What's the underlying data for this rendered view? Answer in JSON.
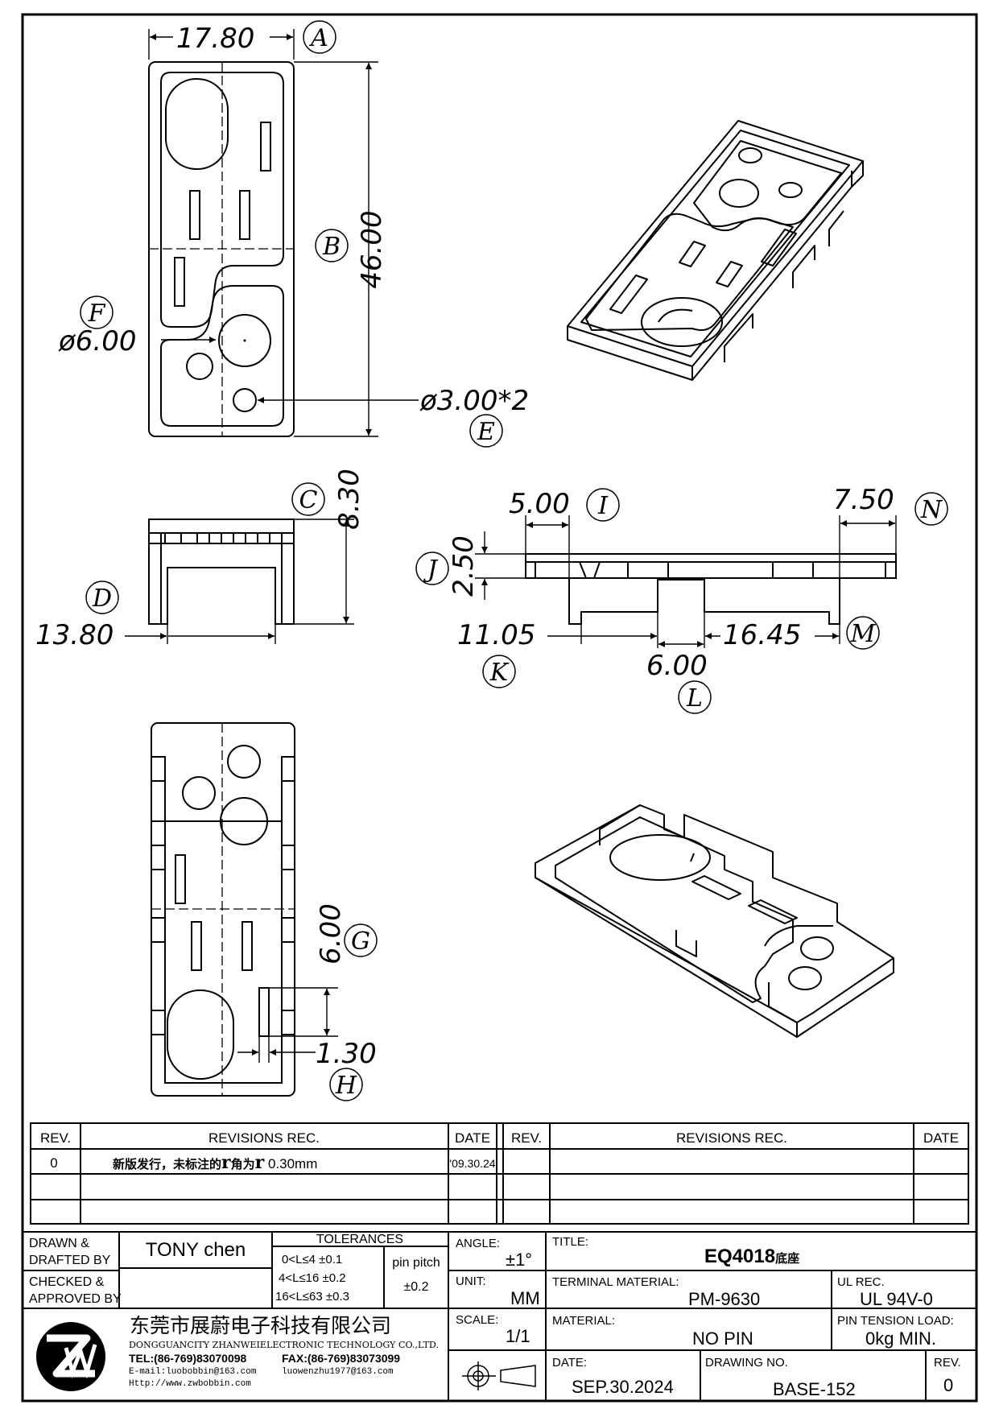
{
  "drawing": {
    "dims": {
      "a": "17.80",
      "b": "46.00",
      "f": "ø6.00",
      "e": "ø3.00*2",
      "c": "8.30",
      "d": "13.80",
      "i": "5.00",
      "n": "7.50",
      "j": "2.50",
      "k": "11.05",
      "m": "16.45",
      "l": "6.00",
      "g": "6.00",
      "h": "1.30"
    },
    "balloons": {
      "a": "A",
      "b": "B",
      "c": "C",
      "d": "D",
      "e": "E",
      "f": "F",
      "g": "G",
      "h": "H",
      "i": "I",
      "j": "J",
      "k": "K",
      "l": "L",
      "m": "M",
      "n": "N"
    }
  },
  "revisions": {
    "headers": {
      "rev": "REV.",
      "rec": "REVISIONS   REC.",
      "date": "DATE"
    },
    "rows": [
      {
        "rev": "0",
        "rec_cn": "新版发行，未标注的",
        "rec_r1": "r",
        "rec_mid": "角为",
        "rec_r2": "r",
        "rec_val": " 0.30mm",
        "date": "'09.30.24"
      }
    ]
  },
  "title_block": {
    "drawn_label_1": "DRAWN &",
    "drawn_label_2": "DRAFTED BY",
    "drawn_value": "TONY chen",
    "checked_label_1": "CHECKED &",
    "checked_label_2": "APPROVED BY",
    "tolerances_label": "TOLERANCES",
    "tol_1": "0<L≤4   ±0.1",
    "tol_2": "4<L≤16  ±0.2",
    "tol_3": "16<L≤63  ±0.3",
    "pin_pitch_label": "pin pitch",
    "pin_pitch_value": "±0.2",
    "angle_label": "ANGLE:",
    "angle_value": "±1°",
    "unit_label": "UNIT:",
    "unit_value": "MM",
    "scale_label": "SCALE:",
    "scale_value": "1/1",
    "title_label": "TITLE:",
    "title_value": "EQ4018",
    "title_suffix": "底座",
    "terminal_label": "TERMINAL MATERIAL:",
    "terminal_value": "PM-9630",
    "ul_label": "UL REC.",
    "ul_value": "UL 94V-0",
    "material_label": "MATERIAL:",
    "material_value": "NO PIN",
    "pin_tension_label": "PIN TENSION LOAD:",
    "pin_tension_value": "0kg MIN.",
    "date_label": "DATE:",
    "date_value": "SEP.30.2024",
    "drawing_no_label": "DRAWING NO.",
    "drawing_no_value": "BASE-152",
    "rev_label": "REV.",
    "rev_value": "0",
    "company_cn": "东莞市展蔚电子科技有限公司",
    "company_en": "DONGGUANCITY ZHANWEIELECTRONIC TECHNOLOGY CO.,LTD.",
    "tel": "TEL:(86-769)83070098",
    "fax": "FAX:(86-769)83073099",
    "email": "E-mail:luobobbin@163.com",
    "email2": "luowenzhu1977@163.com",
    "web": "Http://www.zwbobbin.com",
    "logo_letters": "ZW"
  },
  "colors": {
    "line": "#000000",
    "background": "#ffffff"
  }
}
